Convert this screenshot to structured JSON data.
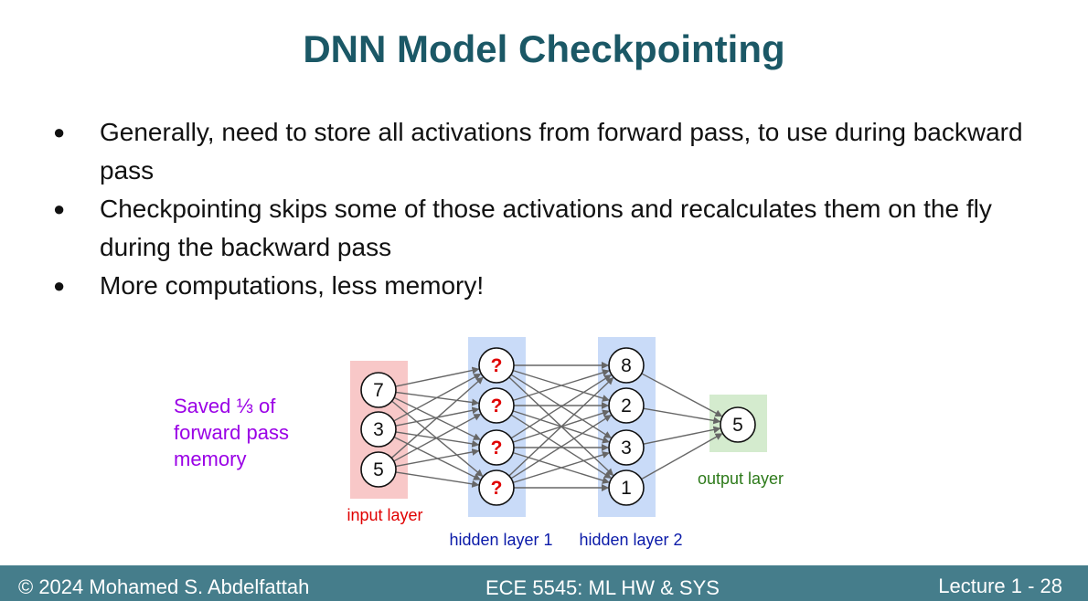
{
  "slide": {
    "title": "DNN Model Checkpointing",
    "bullets": [
      "Generally, need to store all activations from forward pass, to use during backward pass",
      "Checkpointing skips some of those activations and recalculates them on the fly during the backward pass",
      "More computations, less memory!"
    ],
    "note": "Saved ⅓ of forward pass memory"
  },
  "diagram": {
    "input_layer": {
      "label": "input layer",
      "nodes": [
        "7",
        "3",
        "5"
      ],
      "color": "#f8c8c8",
      "label_color": "#e00000"
    },
    "hidden_layer_1": {
      "label": "hidden layer 1",
      "nodes": [
        "?",
        "?",
        "?",
        "?"
      ],
      "color": "#c9dbf8",
      "label_color": "#0a1aa8",
      "node_text_color": "#e00000"
    },
    "hidden_layer_2": {
      "label": "hidden layer 2",
      "nodes": [
        "8",
        "2",
        "3",
        "1"
      ],
      "color": "#c9dbf8",
      "label_color": "#0a1aa8"
    },
    "output_layer": {
      "label": "output layer",
      "nodes": [
        "5"
      ],
      "color": "#d4ebce",
      "label_color": "#2d7a1a"
    }
  },
  "footer": {
    "copyright": "© 2024 Mohamed S. Abdelfattah",
    "course": "ECE 5545: ML HW & SYS",
    "lecture": "Lecture 1 - 28"
  },
  "colors": {
    "title": "#1b5866",
    "note": "#9a00e6",
    "footer_bg": "#457d8b",
    "edge": "#666666"
  }
}
